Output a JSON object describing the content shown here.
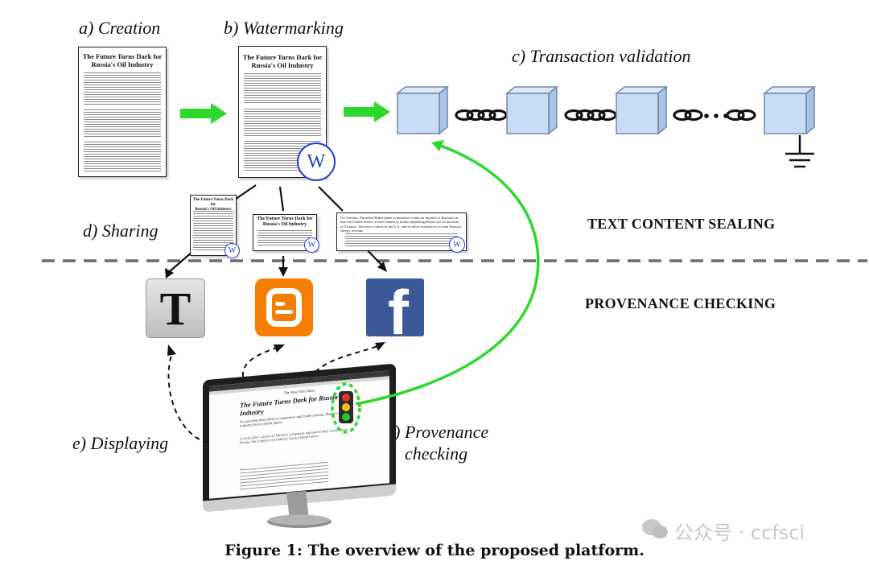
{
  "labels": {
    "creation": "a) Creation",
    "watermarking": "b) Watermarking",
    "transaction": "c) Transaction validation",
    "sharing": "d) Sharing",
    "displaying": "e) Displaying",
    "provenance_1": "f) Provenance",
    "provenance_2": "checking"
  },
  "sections": {
    "sealing": "TEXT CONTENT SEALING",
    "checking": "PROVENANCE CHECKING"
  },
  "document": {
    "title_line1": "The Future Turns Dark for",
    "title_line2": "Russia's Oil Industry",
    "article_snippet": "On Tuesday, President Biden plans to announce a ban on imports of Russian oil into the United States, a move aimed at further punishing Russia for its invasion of Ukraine. The move comes as the U.S. and its allies weigh how to limit Russia's energy revenue."
  },
  "watermark_symbol": "W",
  "screen": {
    "masthead": "The New York Times",
    "headline": "The Future Turns Dark for Russia's Oil Industry",
    "subhead": "As sanctions from Western companies and traders mount, Russia's oil industry faces a bleak future.",
    "body": "A week after a dozen of Western companies announced they would leave Russia, the country's oil industry faces a bleak future."
  },
  "logos": {
    "nyt_glyph": "T",
    "blogger_glyph": "B",
    "facebook_glyph": "f"
  },
  "caption": "Figure 1: The overview of the proposed platform.",
  "watermark_brand": "公众号 · ccfsci",
  "colors": {
    "green_arrow": "#2bd82b",
    "blue_watermark": "#1f3fd0",
    "cube_face": "#c9dcf5",
    "blogger": "#f57d00",
    "facebook": "#3b5998"
  }
}
